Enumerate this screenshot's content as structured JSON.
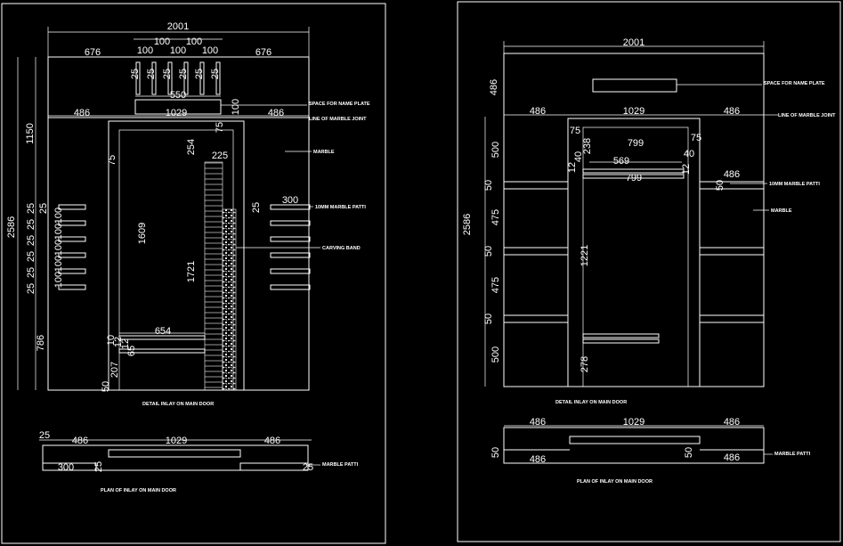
{
  "left_sheet": {
    "dims": {
      "overall_width": "2001",
      "side_left": "676",
      "side_right": "676",
      "strip_100": [
        "100",
        "100",
        "100",
        "100",
        "100"
      ],
      "strip_25": [
        "25",
        "25",
        "25",
        "25",
        "25",
        "25"
      ],
      "name_plate_width": "550",
      "plate_drop": "100",
      "frame_left": "486",
      "frame_center": "1029",
      "frame_right": "486",
      "frame_top_75": "75",
      "overall_height": "2586",
      "top_height": "1150",
      "left_offset_75": "75",
      "band_offset": "254",
      "band_width": "225",
      "inner_height": "1609",
      "band_height": "1721",
      "bottom_height": "786",
      "patti_gap": "25",
      "patti_length": "300",
      "left_stack": [
        "25",
        "25",
        "25",
        "25",
        "25",
        "25",
        "25"
      ],
      "left_stack_100": [
        "100",
        "100",
        "100",
        "100",
        "100"
      ],
      "bottom_width": "654",
      "bottom_small": [
        "10",
        "12",
        "12"
      ],
      "bottom_65": "65",
      "bottom_207": "207",
      "bottom_50": "50"
    },
    "labels": {
      "name_plate": "SPACE FOR NAME PLATE",
      "marble_joint": "LINE OF MARBLE JOINT",
      "marble": "MARBLE",
      "marble_patti": "10MM MARBLE PATTI",
      "carving_band": "CARVING BAND"
    },
    "caption": "DETAIL INLAY ON MAIN DOOR",
    "plan": {
      "dims": {
        "top_25": "25",
        "left": "486",
        "center": "1029",
        "right": "486",
        "bottom_300": "300",
        "bottom_25": "25",
        "bottom_right_25": "25"
      },
      "label_marble_patti": "MARBLE PATTI",
      "caption": "PLAN OF INLAY ON MAIN DOOR"
    }
  },
  "right_sheet": {
    "dims": {
      "overall_width": "2001",
      "top_height": "486",
      "frame_left": "486",
      "frame_center": "1029",
      "frame_right": "486",
      "side_stack": [
        "500",
        "50",
        "475",
        "50",
        "475",
        "50",
        "500"
      ],
      "overall_height": "2586",
      "inner_75_left": "75",
      "inner_238": "238",
      "inner_799": "799",
      "inner_75_right": "75",
      "inner_40_left": "40",
      "inner_40_right": "40",
      "inner_569": "569",
      "inner_12_left": "12",
      "inner_12_right": "12",
      "inner_799b": "799",
      "right_486": "486",
      "right_50": "50",
      "inner_height": "1221",
      "bottom_278": "278"
    },
    "labels": {
      "name_plate": "SPACE FOR NAME PLATE",
      "marble_joint": "LINE OF MARBLE JOINT",
      "marble_patti": "10MM MARBLE PATTI",
      "marble": "MARBLE"
    },
    "caption": "DETAIL INLAY ON MAIN DOOR",
    "plan": {
      "dims": {
        "left": "486",
        "center": "1029",
        "right": "486",
        "left_50": "50",
        "left_486": "486",
        "right_50": "50",
        "right_486": "486"
      },
      "label_marble_patti": "MARBLE PATTI",
      "caption": "PLAN OF INLAY ON MAIN DOOR"
    }
  }
}
